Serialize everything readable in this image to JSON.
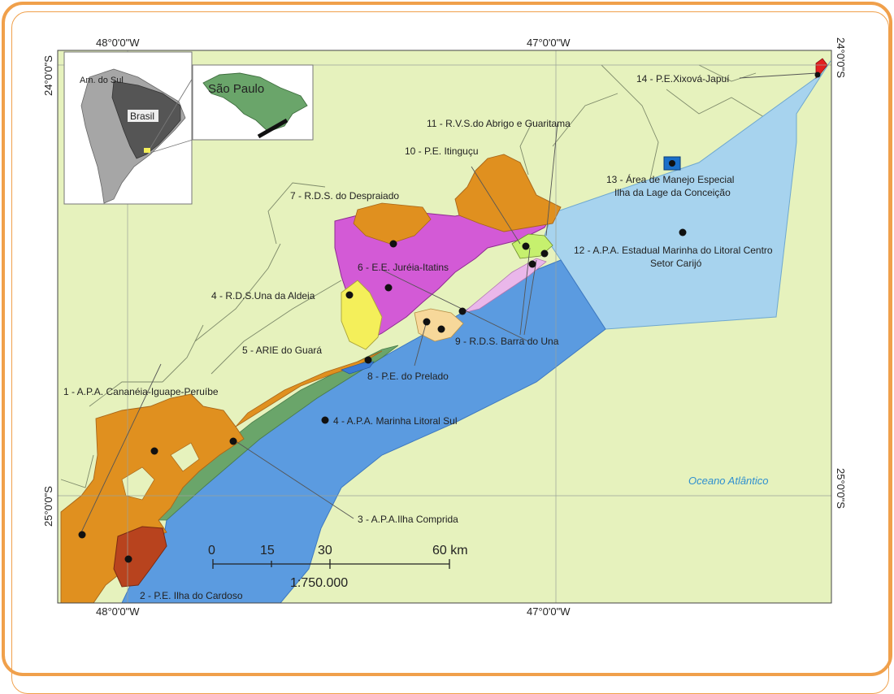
{
  "coordinates": {
    "top_left_lon": "48°0'0\"W",
    "top_right_lon": "47°0'0\"W",
    "bottom_left_lon": "48°0'0\"W",
    "bottom_right_lon": "47°0'0\"W",
    "left_top_lat": "24°0'0\"S",
    "left_bottom_lat": "25°0'0\"S",
    "right_top_lat": "24°0'0\"S",
    "right_bottom_lat": "25°0'0\"S"
  },
  "inset": {
    "continent_label": "Am. do Sul",
    "country_label": "Brasil",
    "state_label": "São Paulo"
  },
  "ocean_label": "Oceano Atlântico",
  "scale_bar": {
    "ticks": [
      "0",
      "15",
      "30",
      "60 km"
    ],
    "ratio": "1:750.000"
  },
  "areas": {
    "a1": "1 - A.P.A. Cananéia-Iguape-Peruíbe",
    "a2": "2 - P.E. Ilha do Cardoso",
    "a3": "3 - A.P.A.Ilha Comprida",
    "a4_land": "4 - R.D.S.Una da Aldeia",
    "a4_marine": "4 - A.P.A. Marinha Litoral Sul",
    "a5": "5 - ARIE do Guará",
    "a6": "6 - E.E. Juréia-Itatins",
    "a7": "7 - R.D.S. do Despraiado",
    "a8": "8 - P.E. do Prelado",
    "a9": "9 - R.D.S. Barra do Una",
    "a10": "10 - P.E. Itinguçu",
    "a11": "11 - R.V.S.do Abrigo e Guaritama",
    "a12_line1": "12 - A.P.A.  Estadual Marinha do Litoral Centro",
    "a12_line2": "Setor Carijó",
    "a13_line1": "13 - Área de Manejo Especial",
    "a13_line2": "Ilha da Lage da Conceição",
    "a14": "14 - P.E.Xixová-Japuí"
  },
  "colors": {
    "frame": "#f0a04b",
    "land": "#e6f2bd",
    "apa_cananeia": "#e0901f",
    "ilha_cardoso": "#b8431e",
    "ilha_comprida": "#6aa56a",
    "marine_sul": "#5b9be0",
    "marine_centro": "#a7d3ee",
    "jureia": "#d35ad6",
    "una_aldeia": "#f4ef5a",
    "prelado": "#f7d89a",
    "barra_una": "#eab7ea",
    "guara": "#3a7bd5",
    "xixova": "#e32020",
    "area13": "#1a6fc9",
    "ocean_text": "#2f8fcf"
  }
}
